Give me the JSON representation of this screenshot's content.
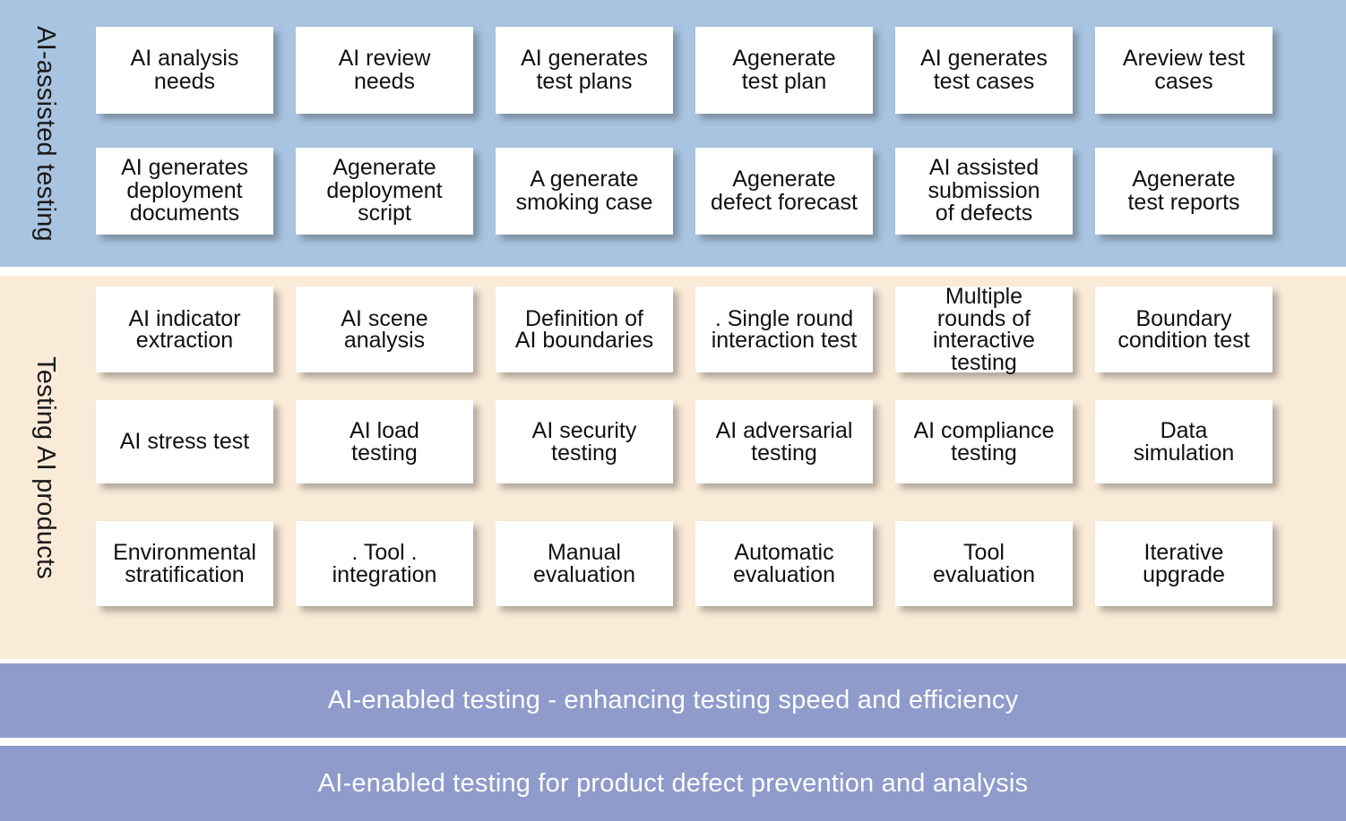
{
  "bands": {
    "ai_assisted": {
      "label": "AI-assisted testing",
      "color": "#a8c4e0",
      "rows": [
        [
          "AI analysis\nneeds",
          "AI review\nneeds",
          "AI generates\ntest plans",
          "Agenerate\ntest plan",
          "AI generates\ntest cases",
          "Areview test\ncases"
        ],
        [
          "AI generates\ndeployment\ndocuments",
          "Agenerate\ndeployment\nscript",
          "A generate\nsmoking case",
          "Agenerate\ndefect forecast",
          "AI assisted\nsubmission\nof defects",
          "Agenerate\ntest reports"
        ]
      ]
    },
    "testing_ai_products": {
      "label": "Testing AI products",
      "color": "#faebd8",
      "rows": [
        [
          "AI indicator\nextraction",
          "AI scene\nanalysis",
          "Definition of\nAI boundaries",
          ". Single round\ninteraction test",
          "Multiple\nrounds of\ninteractive\ntesting",
          "Boundary\ncondition test"
        ],
        [
          "AI stress test",
          "AI load\ntesting",
          "AI security\ntesting",
          "AI adversarial\ntesting",
          "AI compliance\ntesting",
          "Data\nsimulation"
        ],
        [
          "Environmental\nstratification",
          ". Tool .\nintegration",
          "Manual\nevaluation",
          "Automatic\nevaluation",
          "Tool\nevaluation",
          "Iterative\nupgrade"
        ]
      ]
    },
    "speed_banner": {
      "text": "AI-enabled testing - enhancing testing speed and efficiency",
      "color": "#8e9bcb"
    },
    "defect_banner": {
      "text": "AI-enabled testing for product defect prevention and analysis",
      "color": "#8e9bcb"
    }
  },
  "colors": {
    "band_blue": "#a8c4e0",
    "band_cream": "#faebd8",
    "band_purple": "#8e9bcb",
    "card_bg": "#ffffff",
    "card_text": "#111111",
    "banner_text": "#ffffff"
  }
}
